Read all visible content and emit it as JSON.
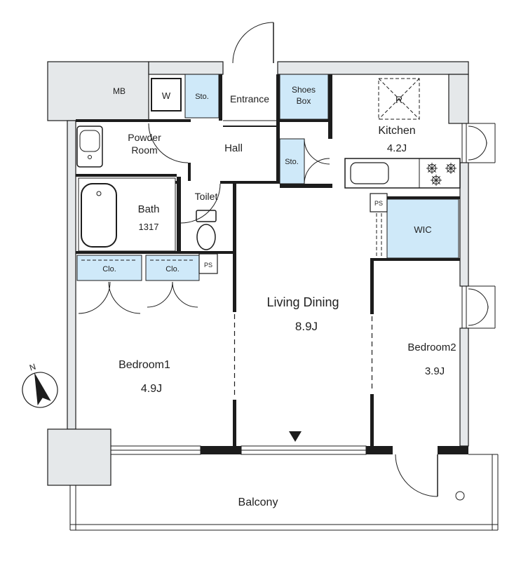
{
  "colors": {
    "wall": "#1c1c1c",
    "gray": "#e5e8ea",
    "blue": "#cfe9f9",
    "bg": "#ffffff"
  },
  "labels": {
    "mb": "MB",
    "washer": "W",
    "storage1": "Sto.",
    "entrance": "Entrance",
    "shoes_box_line1": "Shoes",
    "shoes_box_line2": "Box",
    "fridge": "R",
    "kitchen_name": "Kitchen",
    "kitchen_size": "4.2J",
    "powder_line1": "Powder",
    "powder_line2": "Room",
    "hall": "Hall",
    "storage2": "Sto.",
    "bath_name": "Bath",
    "bath_size": "1317",
    "toilet": "Toilet",
    "ps1": "PS",
    "ps2": "PS",
    "closet1": "Clo.",
    "closet2": "Clo.",
    "wic": "WIC",
    "living_name": "Living Dining",
    "living_size": "8.9J",
    "bedroom1_name": "Bedroom1",
    "bedroom1_size": "4.9J",
    "bedroom2_name": "Bedroom2",
    "bedroom2_size": "3.9J",
    "balcony": "Balcony",
    "compass_north": "N"
  }
}
